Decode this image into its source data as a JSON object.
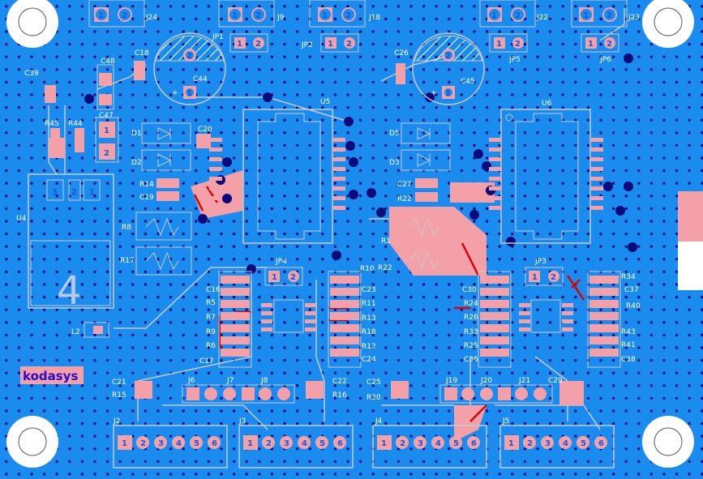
{
  "board": {
    "logo_text": "kodasys",
    "colors": {
      "copper": "#1a8cf0",
      "via": "#0a0a7a",
      "pad": "#f4a0a8",
      "silk": "#c8c8c8",
      "hole": "#ffffff",
      "bottom_trace": "#e00000"
    }
  },
  "labels": {
    "J24": "J24",
    "J9": "J9",
    "J18": "J18",
    "J22": "J22",
    "J23": "J23",
    "JP1": "JP1",
    "JP2": "JP2",
    "JP5": "JP5",
    "JP6": "JP6",
    "C48": "C48",
    "C18": "C18",
    "C39": "C39",
    "C47": "C47",
    "C44": "C44",
    "R45": "R45",
    "R44": "R44",
    "U4": "U4",
    "big4": "4",
    "L2": "L2",
    "D1": "D1",
    "D2": "D2",
    "C20": "C20",
    "R14": "R14",
    "C19": "C19",
    "R8": "R8",
    "R17": "R17",
    "U5": "U5",
    "C26": "C26",
    "C45": "C45",
    "D5": "D5",
    "D3": "D3",
    "C27": "C27",
    "R22a": "R22",
    "U6": "U6",
    "R1": "R1",
    "R22b": "R22",
    "R10": "R10",
    "JP4": "JP4",
    "JP3": "JP3",
    "C16": "C16",
    "R5": "R5",
    "R7": "R7",
    "R9": "R9",
    "R6": "R6",
    "C17": "C17",
    "C23": "C23",
    "R11": "R11",
    "R13": "R13",
    "R18": "R18",
    "R12": "R12",
    "C24": "C24",
    "C30": "C30",
    "R24": "R24",
    "R26": "R26",
    "R33": "R33",
    "R25": "R25",
    "C36": "C36",
    "R34": "R34",
    "C37": "C37",
    "R40": "R40",
    "R43": "R43",
    "R41": "R41",
    "C38": "C38",
    "C21": "C21",
    "R15": "R15",
    "J6": "J6",
    "J7": "J7",
    "J8": "J8",
    "C22": "C22",
    "R16": "R16",
    "C25": "C25",
    "R20": "R20",
    "J19": "J19",
    "J20": "J20",
    "J21": "J21",
    "C29": "C29",
    "J2": "J2",
    "J3": "J3",
    "J4": "J4",
    "J5": "J5"
  },
  "pins": {
    "p1": "1",
    "p2": "2",
    "p3": "3",
    "p4": "4",
    "p5": "5",
    "p6": "6",
    "plus": "+"
  }
}
